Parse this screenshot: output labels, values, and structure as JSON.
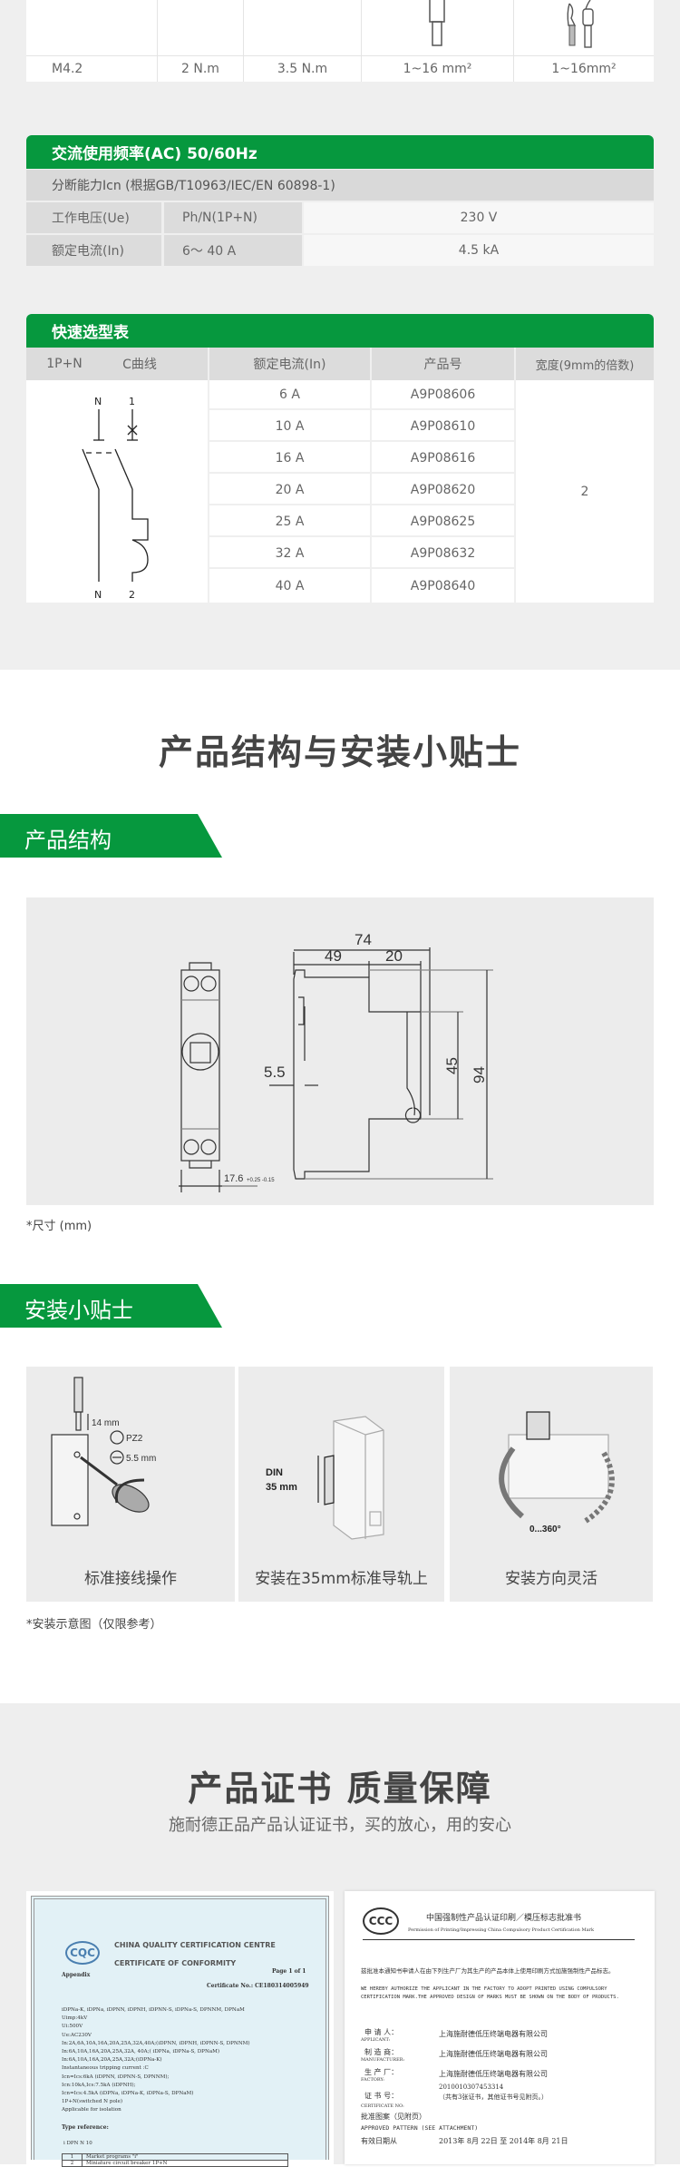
{
  "colors": {
    "accent_green": "#06983e",
    "page_gray": "#efefef",
    "panel_gray": "#ececec"
  },
  "wiring_table": {
    "row": [
      "M4.2",
      "2 N.m",
      "3.5 N.m",
      "1~16 mm²",
      "1~16mm²"
    ],
    "icons": [
      "solid-wire-icon",
      "stranded-wire-ferrule-icon"
    ]
  },
  "spec_table": {
    "title": "交流使用频率(AC) 50/60Hz",
    "subheader": "分断能力Icn (根据GB/T10963/IEC/EN 60898-1)",
    "rows": [
      {
        "label": "工作电压(Ue)",
        "sub": "Ph/N(1P+N)",
        "value": "230 V"
      },
      {
        "label": "额定电流(In)",
        "sub": "6～ 40 A",
        "value": "4.5 kA"
      }
    ]
  },
  "selection_table": {
    "title": "快速选型表",
    "headers": {
      "poles": "1P+N",
      "curve": "C曲线",
      "rated_current": "额定电流(In)",
      "product_no": "产品号",
      "width": "宽度(9mm的倍数)"
    },
    "diagram_labels": {
      "top_left": "N",
      "top_right": "1",
      "bottom_left": "N",
      "bottom_right": "2"
    },
    "rows": [
      {
        "current": "6 A",
        "product": "A9P08606"
      },
      {
        "current": "10 A",
        "product": "A9P08610"
      },
      {
        "current": "16 A",
        "product": "A9P08616"
      },
      {
        "current": "20 A",
        "product": "A9P08620"
      },
      {
        "current": "25 A",
        "product": "A9P08625"
      },
      {
        "current": "32 A",
        "product": "A9P08632"
      },
      {
        "current": "40 A",
        "product": "A9P08640"
      }
    ],
    "width_value": "2"
  },
  "structure_section": {
    "heading": "产品结构与安装小贴士",
    "tab": "产品结构",
    "dims": {
      "d74": "74",
      "d49": "49",
      "d20": "20",
      "d5_5": "5.5",
      "d45": "45",
      "d94": "94",
      "d17_6": "17.6",
      "tol": "+0.25 -0.15"
    },
    "note": "*尺寸 (mm)"
  },
  "tips_section": {
    "tab": "安装小贴士",
    "cards": [
      {
        "label": "标准接线操作",
        "callouts": [
          "14 mm",
          "PZ2",
          "5.5 mm"
        ]
      },
      {
        "label": "安装在35mm标准导轨上",
        "callouts": [
          "DIN",
          "35 mm"
        ]
      },
      {
        "label": "安装方向灵活",
        "callouts": [
          "0...360°"
        ]
      }
    ],
    "note": "*安装示意图（仅限参考）"
  },
  "cert_section": {
    "heading": "产品证书 质量保障",
    "subtitle": "施耐德正品产品认证证书，买的放心，用的安心",
    "cqc": {
      "logo": "CQC",
      "title": "CHINA QUALITY CERTIFICATION CENTRE",
      "subtitle": "CERTIFICATE OF CONFORMITY",
      "appendix": "Appendix",
      "page": "Page 1 of 1",
      "cert_no": "Certificate No.:  CE180314005949",
      "lines": [
        "iDPNa-K, iDPNa, iDPNN, iDPNH, iDPNN-S, iDPNa-S, DPNNM, DPNaM",
        "Uimp:4kV",
        "Ui:500V",
        "Ue:AC230V",
        "In:2A,6A,10A,16A,20A,25A,32A,40A;(iDPNN, iDPNH, iDPNN-S, DPNNM)",
        "In:6A,10A,16A,20A,25A,32A, 40A;( iDPNa, iDPNa-S, DPNaM)",
        "In:6A,10A,16A,20A,25A,32A;(iDPNa-K)",
        "Instantaneous tripping current :C",
        "Icn=Ics:6kA (iDPNN, iDPNN-S, DPNNM);",
        "Icn:10kA,Ics:7.5kA (iDPNH);",
        "Icn=Ics:4.5kA (iDPNa, iDPNa-K, iDPNa-S, DPNaM)",
        "1P+N(switched N pole)",
        "Applicable for isolation"
      ],
      "type_ref": "Type reference:",
      "type_code": "i  DPN  N  10",
      "type_rows": [
        {
          "n": "1",
          "t": "Market programs \"i\""
        },
        {
          "n": "2",
          "t": "Miniature circuit breaker 1P+N"
        }
      ]
    },
    "ccc": {
      "logo": "CCC",
      "title": "中国强制性产品认证印刷／模压标志批准书",
      "subtitle": "Permission of Printing/Impressing China Compulsory Product Certification Mark",
      "para_cn": "兹批准本通知书申请人在由下列生产厂为其生产的产品本体上使用印刷方式加施强制性产品标志。",
      "para_en": "WE HEREBY AUTHORIZE THE APPLICANT IN THE FACTORY TO ADOPT PRINTED USING COMPULSORY CERTIFICATION MARK.THE APPROVED DESIGN OF MARKS MUST BE SHOWN ON THE BODY OF PRODUCTS.",
      "fields": [
        {
          "cn": "申 请 人：",
          "en": "APPLICANT:",
          "value": "上海施耐德低压终端电器有限公司"
        },
        {
          "cn": "制 造 商：",
          "en": "MANUFACTURER:",
          "value": "上海施耐德低压终端电器有限公司"
        },
        {
          "cn": "生 产 厂：",
          "en": "FACTORY:",
          "value": "上海施耐德低压终端电器有限公司"
        }
      ],
      "cert_label": "证 书 号：",
      "cert_label_en": "CERTIFICATE NO:",
      "cert_no": "2010010307453314",
      "cert_note": "（共有3张证书，其他证书号见附页。）",
      "pattern_cn": "批准图案（见附页）",
      "pattern_en": "APPROVED PATTERN (SEE ATTACHMENT)",
      "valid_label": "有效日期从",
      "valid_value": "2013年 8月 22日 至 2014年 8月 21日"
    }
  }
}
